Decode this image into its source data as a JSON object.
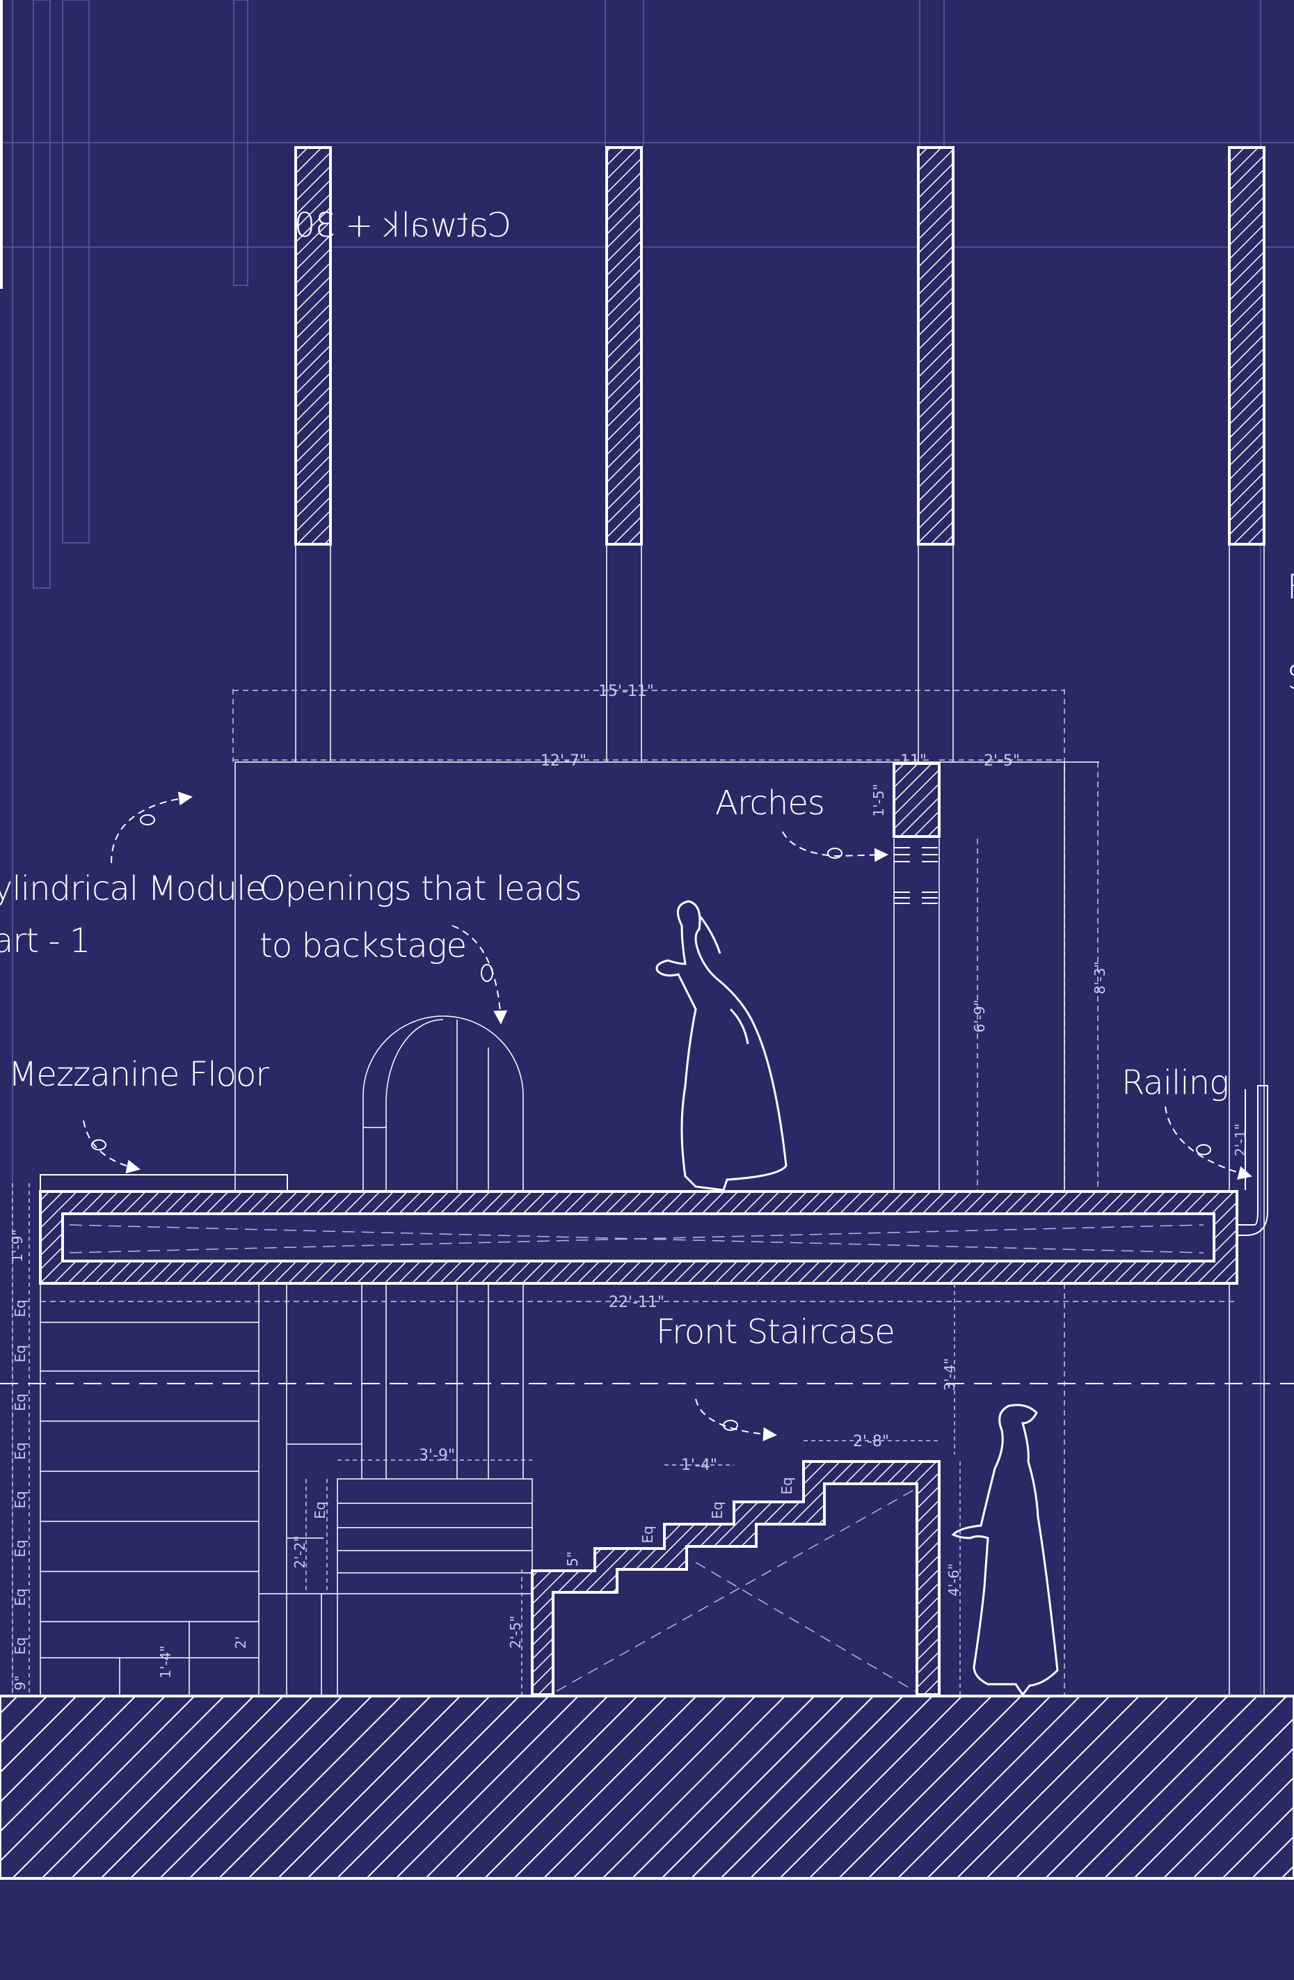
{
  "colors": {
    "background": "#292966",
    "line": "#ffffff",
    "faint_line": "#8f8fc4",
    "dimension_text": "#c8c8ea"
  },
  "labels": {
    "catwalk": "Catwalk + 30",
    "cylindrical_module_line1": "ylindrical Module",
    "cylindrical_module_line2": "art - 1",
    "openings_line1": "Openings that leads",
    "openings_line2": "to backstage",
    "arches": "Arches",
    "mezzanine_floor": "Mezzanine Floor",
    "railing": "Railing",
    "front_staircase": "Front Staircase",
    "edge_partial_1": "F",
    "edge_partial_2": "S"
  },
  "dimensions": {
    "overall_top": "15'-11\"",
    "wall_width": "12'-7\"",
    "pillar_width": "11\"",
    "right_offset": "2'-5\"",
    "pillar_height": "1'-5\"",
    "arch_height": "6'-9\"",
    "right_height": "8'-3\"",
    "railing_height": "2'-1\"",
    "floor_thickness": "1'-9\"",
    "floor_length": "22'-11\"",
    "lower_height": "3'-4\"",
    "step_tread": "1'-4\"",
    "landing_width": "2'-8\"",
    "staircase_height": "4'-6\"",
    "small_step_width": "3'-9\"",
    "small_step_height": "2'-2\"",
    "small_step_base": "2'-5\"",
    "base_step": "2'",
    "base_step_2": "1'-4\"",
    "equal": "Eq",
    "step_5": "5\"",
    "left_bottom": "9\""
  }
}
